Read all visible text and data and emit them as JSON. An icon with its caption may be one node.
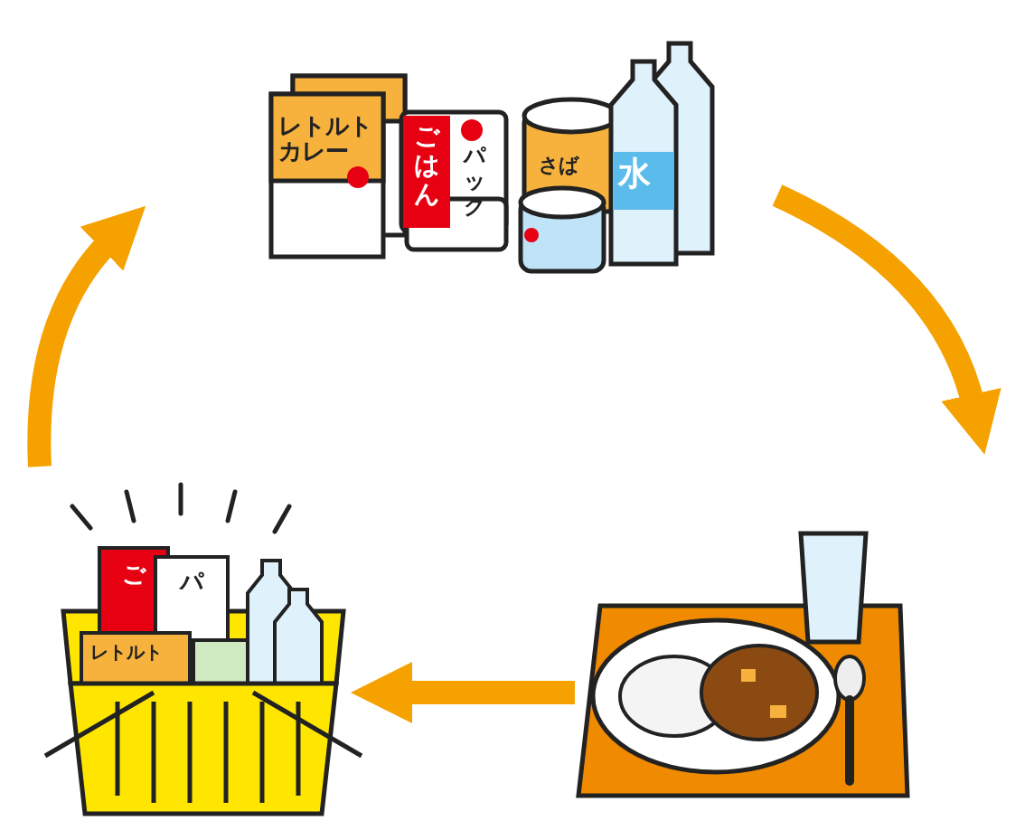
{
  "diagram": {
    "nodes": [
      {
        "text": [
          "レトルトカレー",
          "ごはん",
          "パック",
          "さば",
          "水"
        ]
      },
      {
        "text": [],
        "shape": "picture"
      },
      {
        "text": [
          "ご",
          "パ",
          "レトルト"
        ]
      }
    ],
    "edges": [
      {
        "from": 0,
        "to": 1,
        "arrow": "to"
      },
      {
        "from": 1,
        "to": 2,
        "arrow": "to"
      },
      {
        "from": 2,
        "to": 0,
        "arrow": "to"
      }
    ]
  }
}
